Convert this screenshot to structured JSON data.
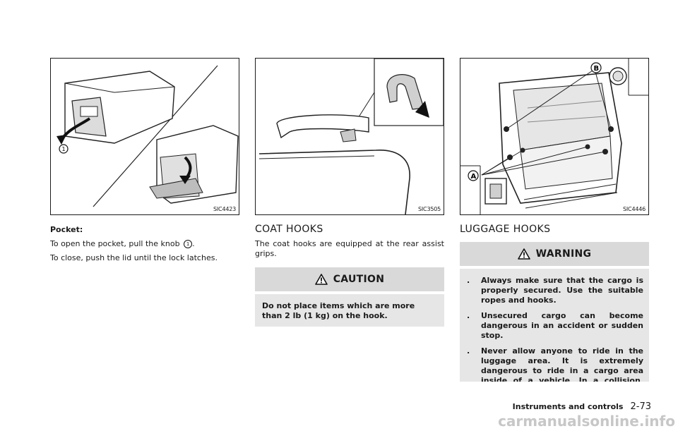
{
  "col1": {
    "figure_code": "SIC4423",
    "subhead": "Pocket:",
    "para1": "To open the pocket, pull the knob",
    "para1_ref": "1",
    "para1_end": ".",
    "para2": "To close, push the lid until the lock latches."
  },
  "col2": {
    "figure_code": "SIC3505",
    "heading": "COAT HOOKS",
    "para": "The coat hooks are equipped at the rear assist grips.",
    "caution_title": "CAUTION",
    "caution_text": "Do not place items which are more than 2 lb (1 kg) on the hook."
  },
  "col3": {
    "figure_code": "SIC4446",
    "label_a": "A",
    "label_b": "B",
    "heading": "LUGGAGE HOOKS",
    "warning_title": "WARNING",
    "bullets": [
      {
        "mark": ".",
        "text": "Always make sure that the cargo is properly secured. Use the suitable ropes and hooks."
      },
      {
        "mark": ".",
        "text": "Unsecured cargo can become dangerous in an accident or sudden stop."
      },
      {
        "mark": ".",
        "text": "Never allow anyone to ride in the luggage area. It is extremely dangerous to ride in a cargo area inside of a vehicle. In a collision, people riding in these areas are"
      }
    ]
  },
  "fig1_callout": "1",
  "footer": {
    "section": "Instruments and controls",
    "page": "2-73"
  },
  "watermark": "carmanualsonline.info"
}
